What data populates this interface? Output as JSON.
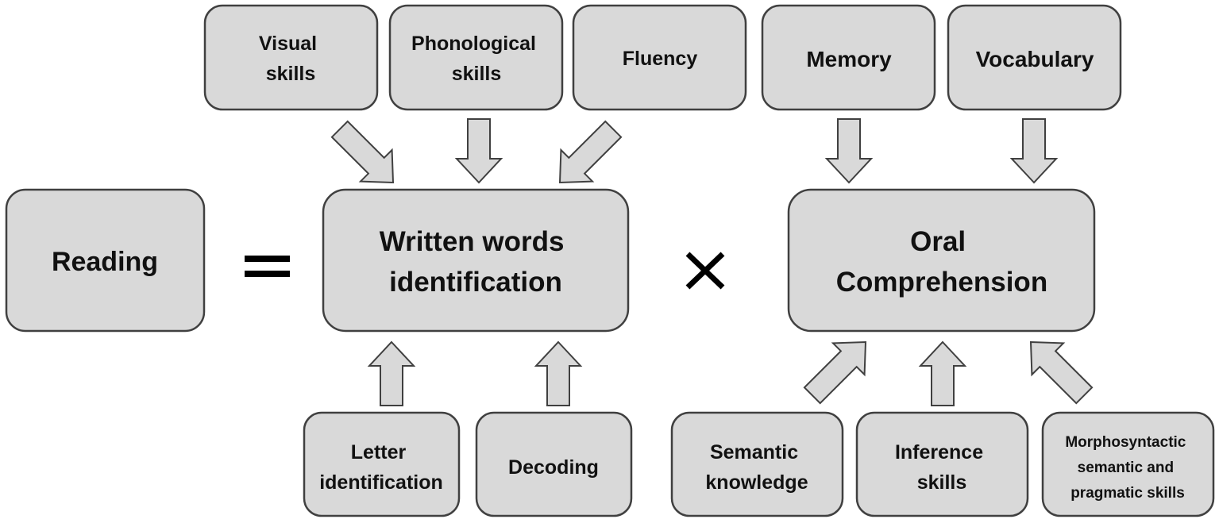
{
  "diagram": {
    "reading": [
      "Reading"
    ],
    "equals_symbol": "=",
    "times_symbol": "×",
    "written_words": [
      "Written words",
      "identification"
    ],
    "oral_comprehension": [
      "Oral",
      "Comprehension"
    ],
    "visual_skills": [
      "Visual",
      "skills"
    ],
    "phonological_skills": [
      "Phonological",
      "skills"
    ],
    "fluency": [
      "Fluency"
    ],
    "memory": [
      "Memory"
    ],
    "vocabulary": [
      "Vocabulary"
    ],
    "letter_identification": [
      "Letter",
      "identification"
    ],
    "decoding": [
      "Decoding"
    ],
    "semantic_knowledge": [
      "Semantic",
      "knowledge"
    ],
    "inference_skills": [
      "Inference",
      "skills"
    ],
    "morphosyntactic": [
      "Morphosyntactic",
      "semantic and",
      "pragmatic skills"
    ]
  }
}
